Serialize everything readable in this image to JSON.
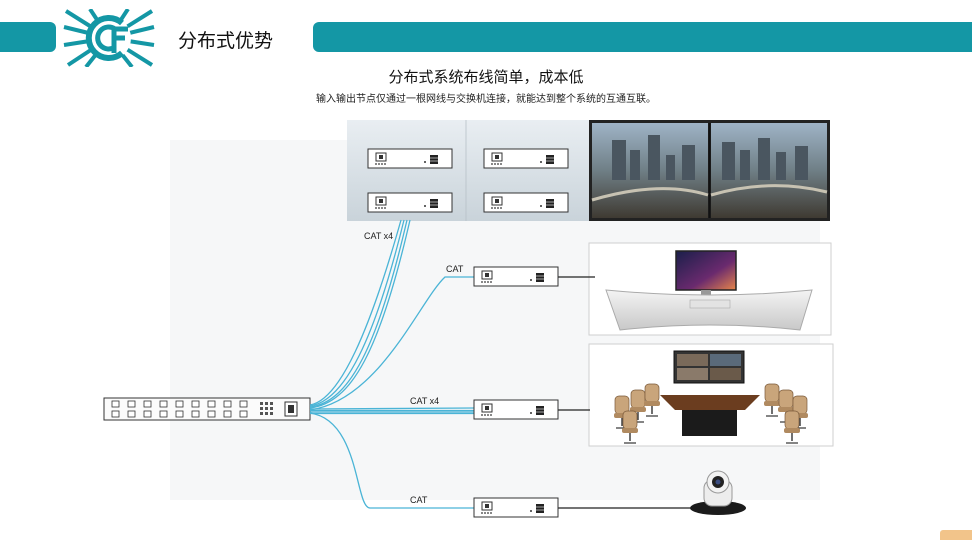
{
  "header": {
    "title": "分布式优势",
    "logo_icon": "company-logo",
    "accent_color": "#1497a5"
  },
  "main": {
    "heading": "分布式系统布线简单，成本低",
    "subheading": "输入输出节点仅通过一根网线与交换机连接，就能达到整个系统的互通互联。"
  },
  "diagram": {
    "cable_color": "#4ab4d6",
    "labels": {
      "cat_x4_top": "CAT x4",
      "cat_desk": "CAT",
      "cat_x4_conf": "CAT x4",
      "cat_camera": "CAT"
    },
    "scenes": [
      "video-wall-city",
      "control-desk-monitor",
      "conference-room",
      "ptz-camera"
    ]
  }
}
